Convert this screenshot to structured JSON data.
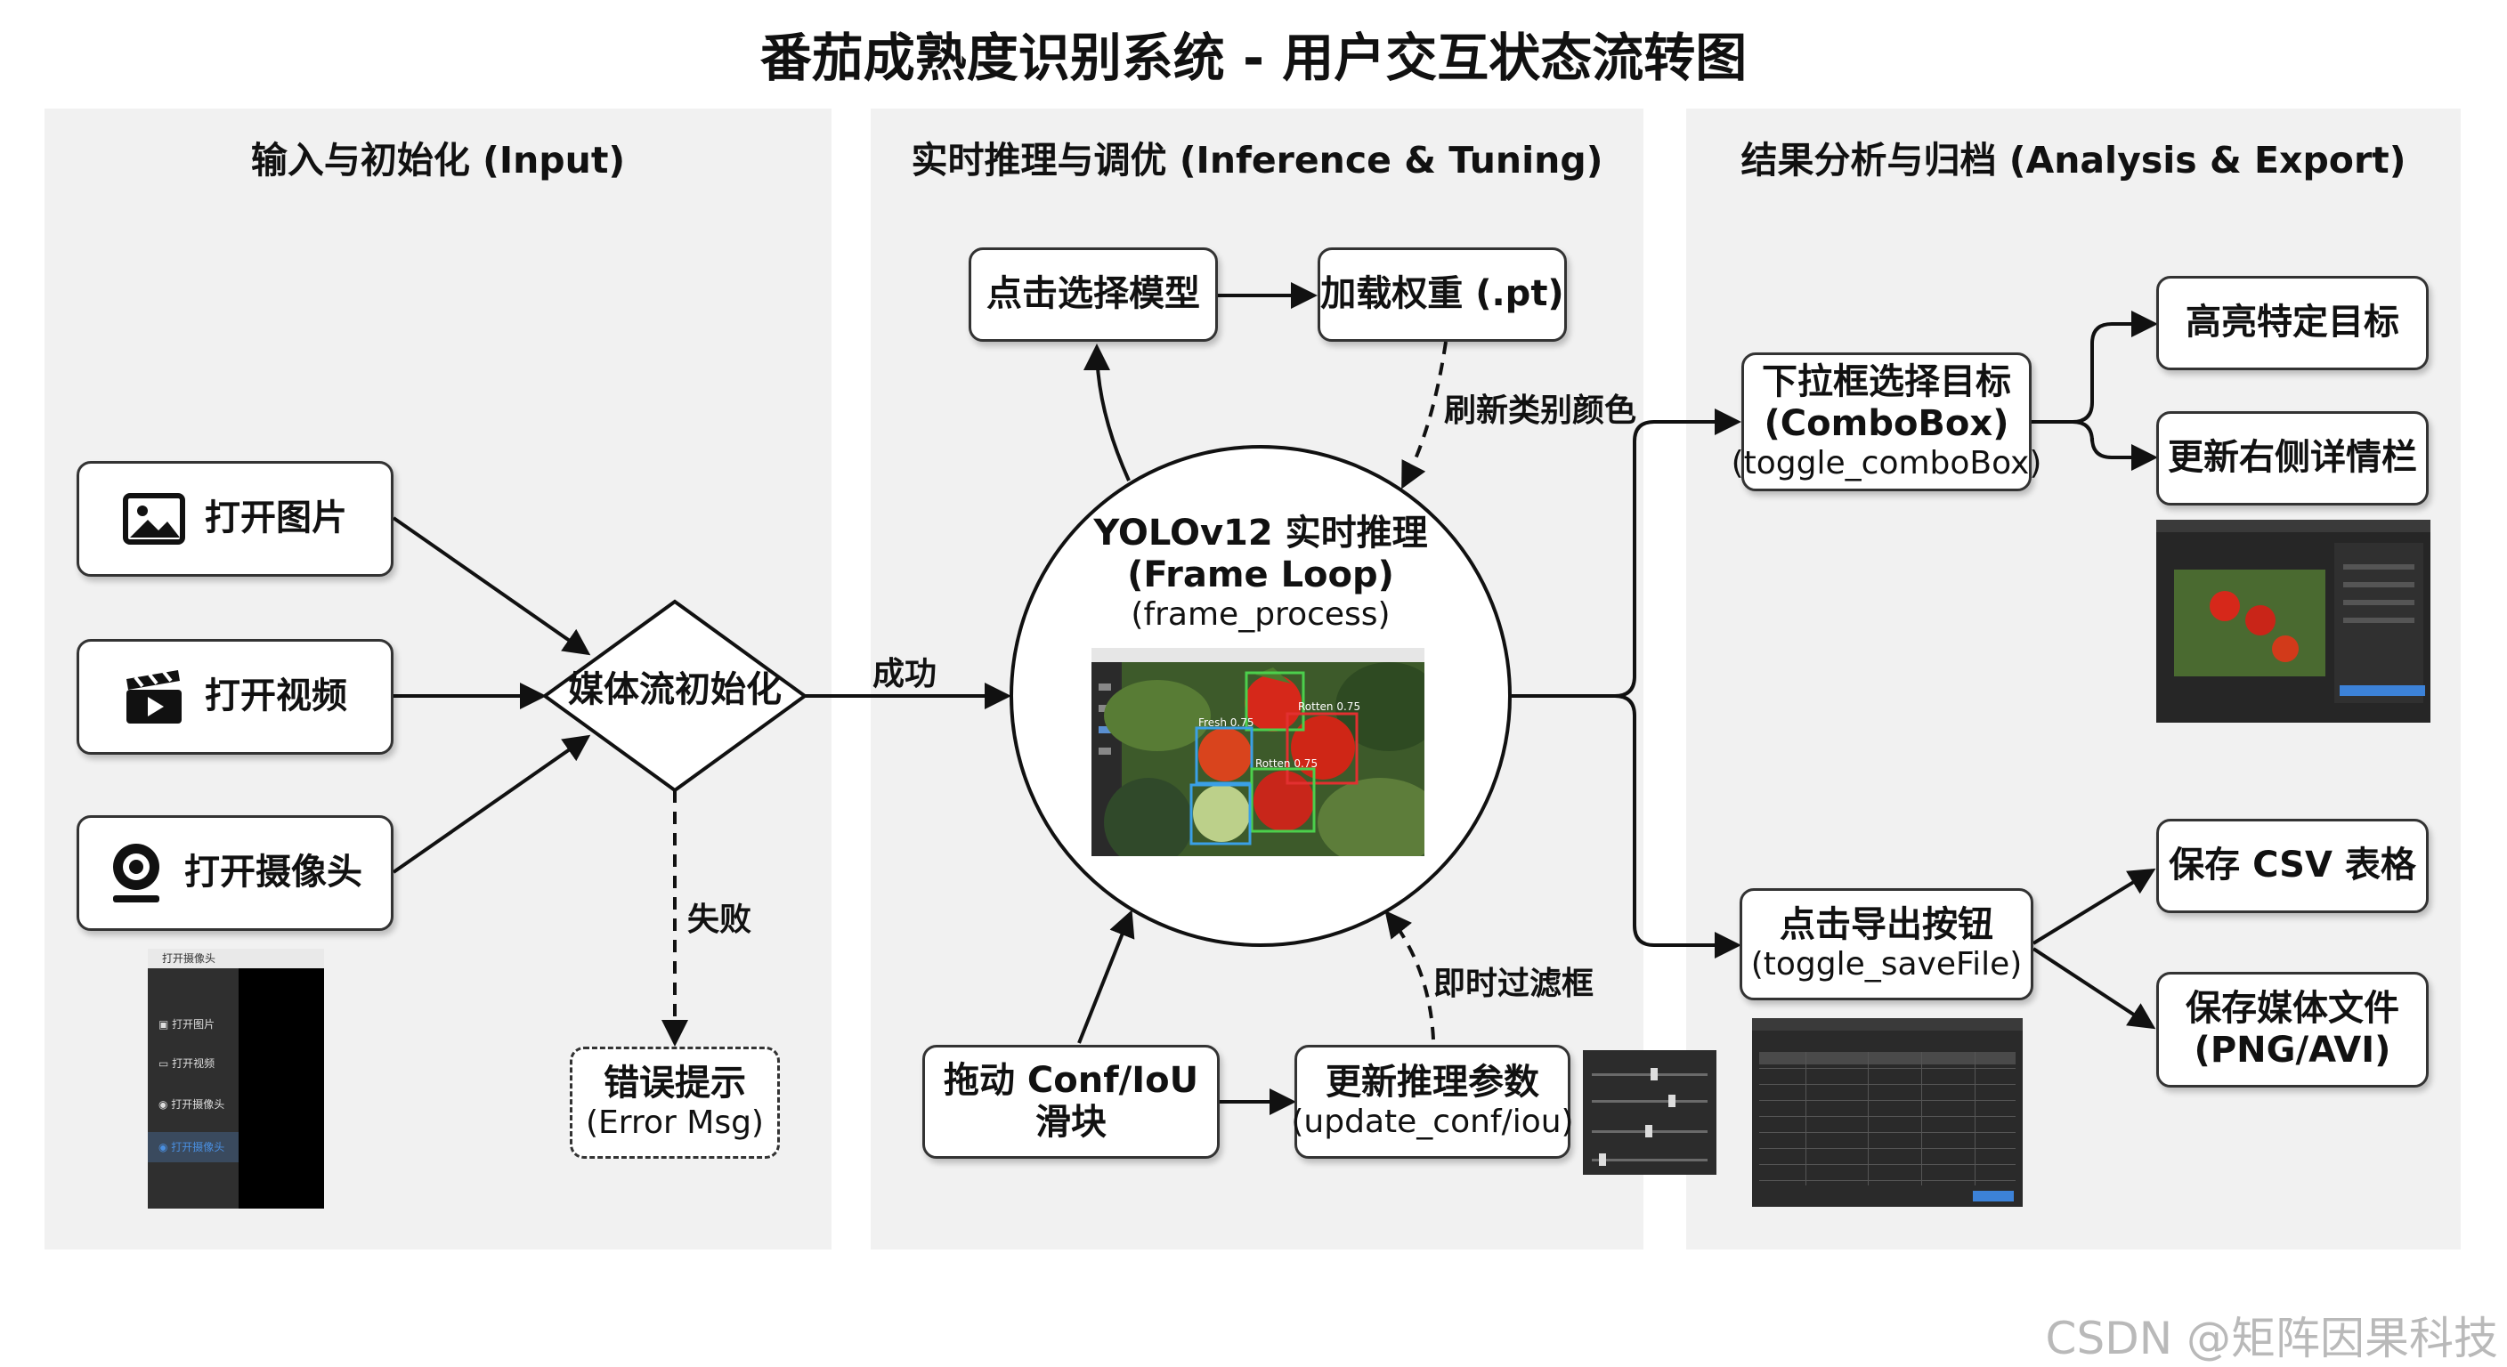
{
  "title": "番茄成熟度识别系统 - 用户交互状态流转图",
  "panels": {
    "input": {
      "title": "输入与初始化 (Input)",
      "open_image": "打开图片",
      "open_video": "打开视频",
      "open_camera": "打开摄像头",
      "diamond": "媒体流初始化",
      "fail_label": "失败",
      "error_title": "错误提示",
      "error_sub": "(Error Msg)",
      "mini_menu": {
        "header": "打开摄像头",
        "items": [
          "打开图片",
          "打开视频",
          "打开摄像头",
          "打开摄像头"
        ]
      }
    },
    "inference": {
      "title": "实时推理与调优 (Inference & Tuning)",
      "select_model": "点击选择模型",
      "load_weights": "加载权重 (.pt)",
      "refresh_label": "刷新类别颜色",
      "success_label": "成功",
      "circle_line1": "YOLOv12 实时推理",
      "circle_line2": "(Frame Loop)",
      "circle_line3": "(frame_process)",
      "slider": "拖动 Conf/IoU 滑块",
      "update_title": "更新推理参数",
      "update_sub": "(update_conf/iou)",
      "filter_label": "即时过滤框",
      "detections": [
        "Fresh 0.75",
        "Rotten 0.75",
        "Rotten 0.75"
      ]
    },
    "analysis": {
      "title": "结果分析与归档 (Analysis & Export)",
      "combo_line1": "下拉框选择目标",
      "combo_line2": "(ComboBox)",
      "combo_line3": "(toggle_comboBox)",
      "highlight": "高亮特定目标",
      "update_detail": "更新右侧详情栏",
      "export_title": "点击导出按钮",
      "export_sub": "(toggle_saveFile)",
      "save_csv": "保存 CSV 表格",
      "save_media_line1": "保存媒体文件",
      "save_media_line2": "(PNG/AVI)"
    }
  },
  "watermark": "CSDN @矩阵因果科技",
  "colors": {
    "panel_bg": "#f1f1f1",
    "stroke": "#111111",
    "tomato_red": "#d6281a",
    "leaf_green": "#4e7a2c"
  },
  "icons": [
    "image-icon",
    "video-clapper-icon",
    "webcam-icon"
  ]
}
